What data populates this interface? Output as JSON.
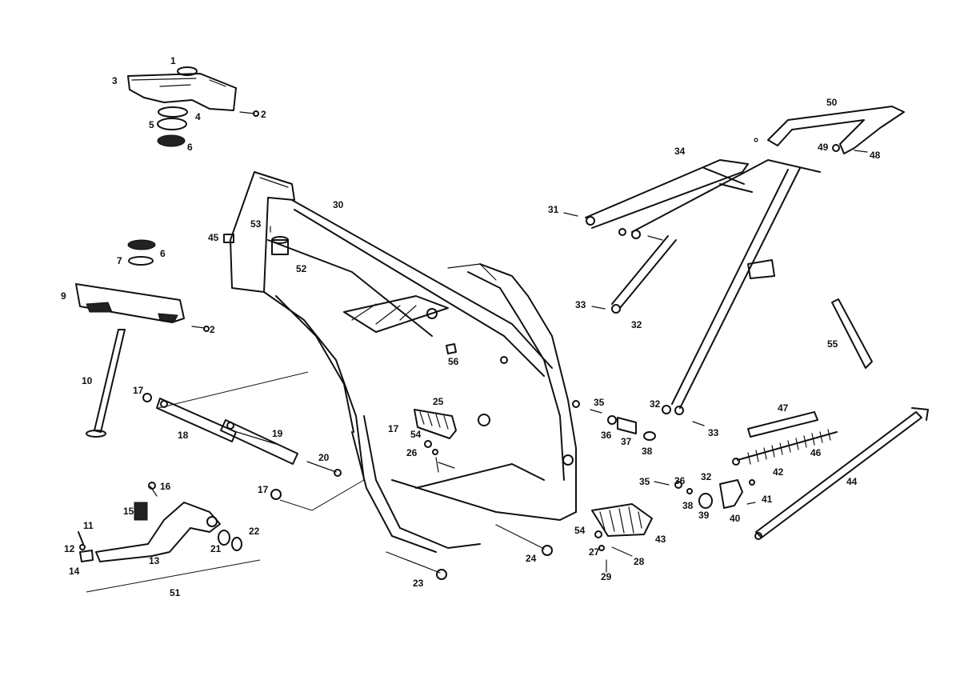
{
  "callouts": {
    "c1": "1",
    "c2a": "2",
    "c2b": "2",
    "c3": "3",
    "c4": "4",
    "c5": "5",
    "c6a": "6",
    "c6b": "6",
    "c7": "7",
    "c9": "9",
    "c10": "10",
    "c11": "11",
    "c12": "12",
    "c13": "13",
    "c14": "14",
    "c15": "15",
    "c16": "16",
    "c17a": "17",
    "c17b": "17",
    "c17c": "17",
    "c18": "18",
    "c19": "19",
    "c20": "20",
    "c21": "21",
    "c22": "22",
    "c23": "23",
    "c24": "24",
    "c25": "25",
    "c26": "26",
    "c27": "27",
    "c28": "28",
    "c29": "29",
    "c30": "30",
    "c31": "31",
    "c32a": "32",
    "c32b": "32",
    "c32c": "32",
    "c33a": "33",
    "c33b": "33",
    "c34": "34",
    "c35a": "35",
    "c35b": "35",
    "c36a": "36",
    "c36b": "36",
    "c37": "37",
    "c38a": "38",
    "c38b": "38",
    "c39": "39",
    "c40": "40",
    "c41": "41",
    "c42": "42",
    "c43": "43",
    "c44": "44",
    "c45": "45",
    "c46": "46",
    "c47": "47",
    "c48": "48",
    "c49": "49",
    "c50": "50",
    "c51": "51",
    "c52": "52",
    "c53": "53",
    "c54a": "54",
    "c54b": "54",
    "c55": "55",
    "c56": "56"
  }
}
